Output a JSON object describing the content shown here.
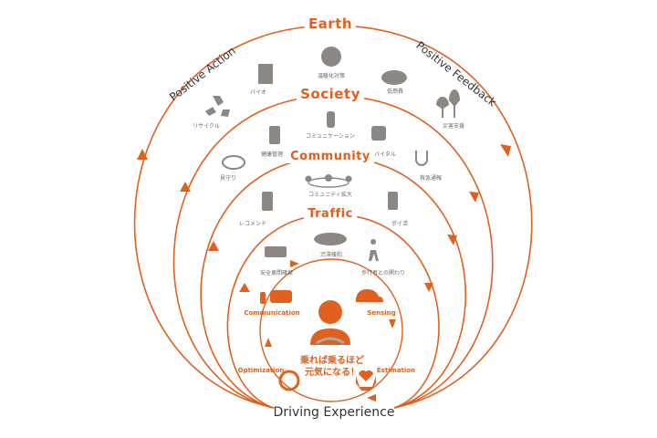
{
  "colors": {
    "accent": "#e2601e",
    "icon": "#8c8782",
    "text": "#333333"
  },
  "rings": {
    "earth": "Earth",
    "society": "Society",
    "community": "Community",
    "traffic": "Traffic"
  },
  "arcs": {
    "left": "Positive Action",
    "right": "Positive Feedback"
  },
  "earth_items": [
    "リサイクル",
    "バイオ",
    "温暖化対策",
    "低燃費",
    "災害支援"
  ],
  "society_items": [
    "見守り",
    "健康管理",
    "コミュニケーション",
    "バイタル",
    "救急通報"
  ],
  "community_items": [
    "レコメンド",
    "コミュニティ拡大",
    "ポイ活"
  ],
  "traffic_items": [
    "安全車間確保",
    "渋滞緩和",
    "歩行者との関わり"
  ],
  "cycle": {
    "communication": "Communication",
    "sensing": "Sensing",
    "estimation": "Estimation",
    "optimization": "Optimization"
  },
  "core": {
    "line1": "乗れば乗るほど",
    "line2": "元気になる！"
  },
  "bottom": "Driving Experience"
}
